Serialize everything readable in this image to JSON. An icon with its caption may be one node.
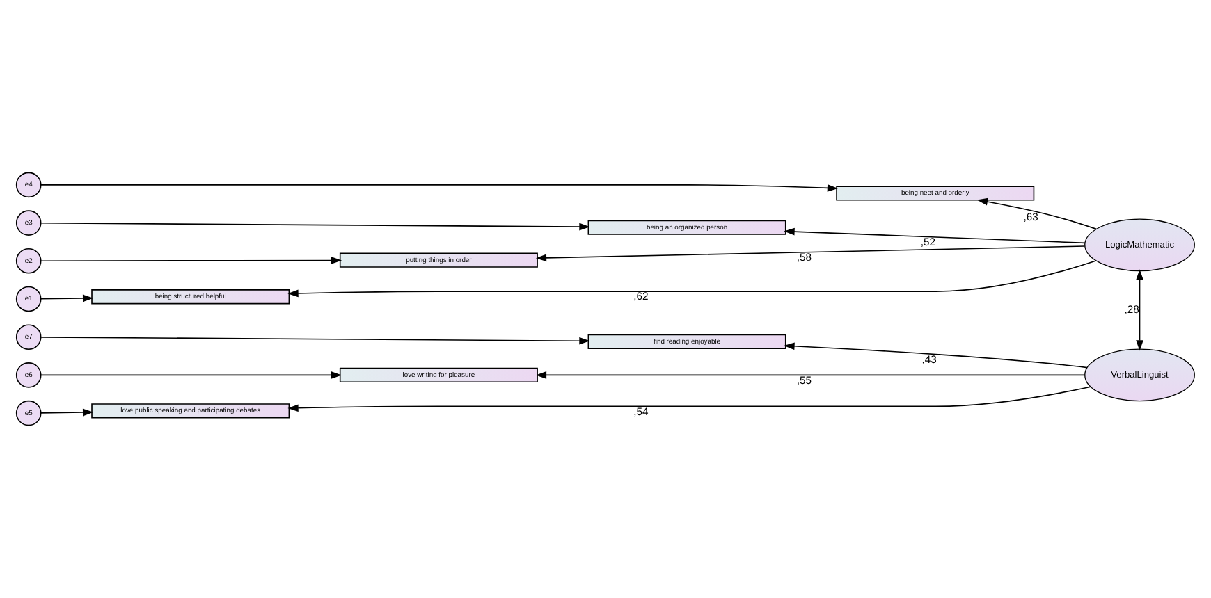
{
  "diagram": {
    "nodes": [
      {
        "text": [
          "e4"
        ]
      },
      {
        "text": [
          "being neet and orderly"
        ]
      },
      {
        "text": [
          "e3"
        ]
      },
      {
        "text": [
          "being an organized person"
        ]
      },
      {
        "text": [
          "e2"
        ]
      },
      {
        "text": [
          "putting things in order"
        ]
      },
      {
        "text": [
          "LogicMathematic"
        ]
      },
      {
        "text": [
          "e1"
        ]
      },
      {
        "text": [
          "being structured helpful"
        ]
      },
      {
        "text": [
          "e7"
        ]
      },
      {
        "text": [
          "find reading enjoyable"
        ]
      },
      {
        "text": [
          "e6"
        ]
      },
      {
        "text": [
          "love writing for pleasure"
        ]
      },
      {
        "text": [
          "VerbalLinguist"
        ]
      },
      {
        "text": [
          "e5"
        ]
      },
      {
        "text": [
          "love public speaking and participating debates"
        ]
      }
    ],
    "edges": [
      {
        "from": 0,
        "to": 1,
        "arrow": "to"
      },
      {
        "from": 2,
        "to": 3,
        "arrow": "to"
      },
      {
        "from": 4,
        "to": 5,
        "arrow": "to"
      },
      {
        "from": 7,
        "to": 8,
        "arrow": "to"
      },
      {
        "from": 9,
        "to": 10,
        "arrow": "to"
      },
      {
        "from": 11,
        "to": 12,
        "arrow": "to"
      },
      {
        "from": 14,
        "to": 15,
        "arrow": "to"
      },
      {
        "from": 6,
        "to": 1,
        "arrow": "to",
        "label": ",63"
      },
      {
        "from": 6,
        "to": 3,
        "arrow": "to",
        "label": ",52"
      },
      {
        "from": 6,
        "to": 5,
        "arrow": "to",
        "label": ",58"
      },
      {
        "from": 6,
        "to": 8,
        "arrow": "to",
        "label": ",62"
      },
      {
        "from": 13,
        "to": 10,
        "arrow": "to",
        "label": ",43"
      },
      {
        "from": 13,
        "to": 12,
        "arrow": "to",
        "label": ",55"
      },
      {
        "from": 13,
        "to": 15,
        "arrow": "to",
        "label": ",54"
      },
      {
        "from": 6,
        "to": 13,
        "arrow": "both",
        "label": ",28"
      }
    ]
  }
}
